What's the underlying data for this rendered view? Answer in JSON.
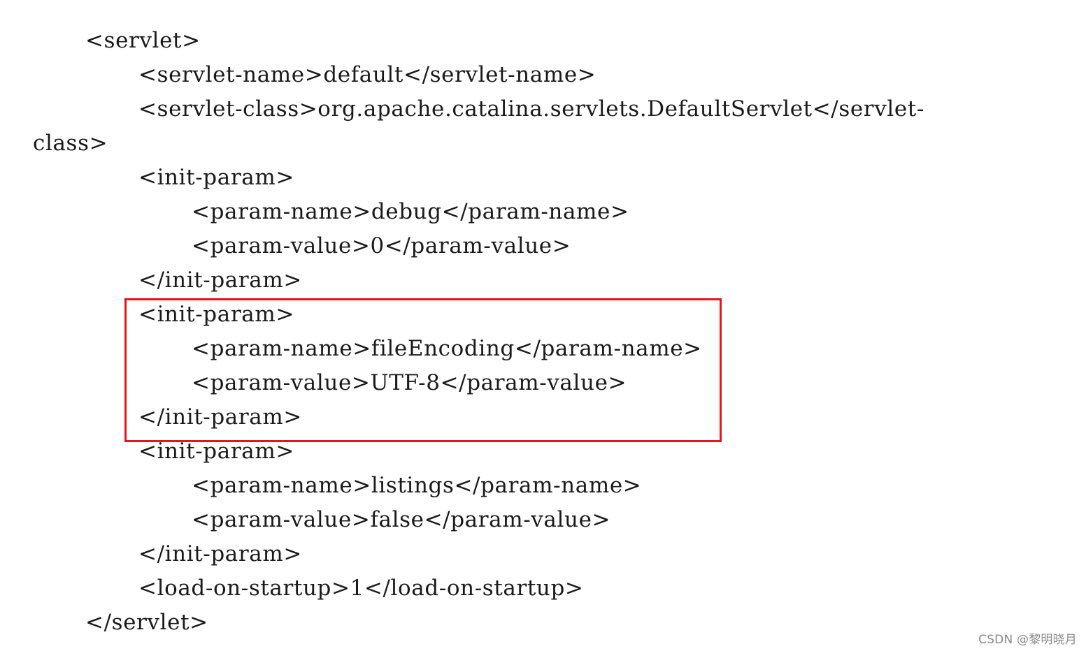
{
  "code_lines": [
    "<servlet>",
    "<servlet-name>default</servlet-name>",
    "<servlet-class>org.apache.catalina.servlets.DefaultServlet</servlet-",
    "class>",
    "<init-param>",
    "<param-name>debug</param-name>",
    "<param-value>0</param-value>",
    "</init-param>",
    "<init-param>",
    "<param-name>fileEncoding</param-name>",
    "<param-value>UTF-8</param-value>",
    "</init-param>",
    "<init-param>",
    "<param-name>listings</param-name>",
    "<param-value>false</param-value>",
    "</init-param>",
    "<load-on-startup>1</load-on-startup>",
    "</servlet>"
  ],
  "highlight": {
    "color": "#e8141c",
    "covers_lines": [
      9,
      12
    ]
  },
  "watermark": "CSDN @黎明晓月"
}
